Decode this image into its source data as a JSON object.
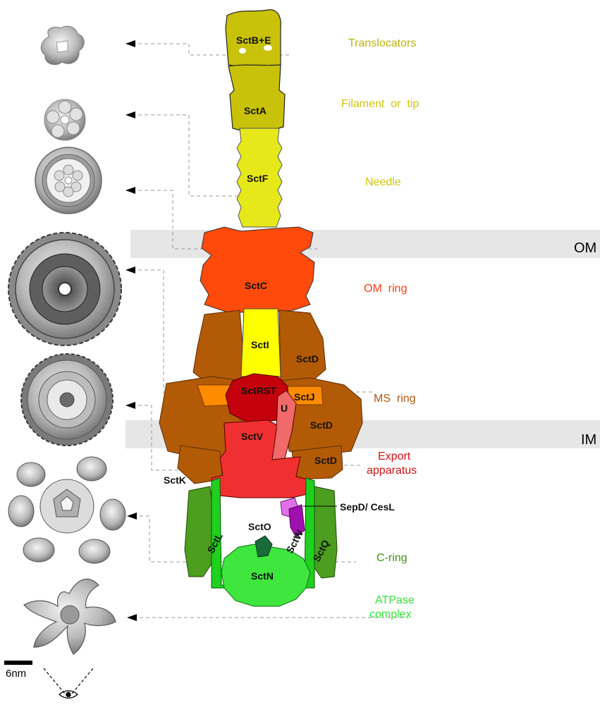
{
  "membranes": {
    "om": "OM",
    "im": "IM"
  },
  "proteins": {
    "sctBE": "SctB+E",
    "sctA": "SctA",
    "sctF": "SctF",
    "sctC": "SctC",
    "sctI": "SctI",
    "sctD_top": "SctD",
    "sctRST": "SctRST",
    "sctJ": "SctJ",
    "u": "U",
    "sctD_mid": "SctD",
    "sctV": "SctV",
    "sctD_low": "SctD",
    "sctK": "SctK",
    "sepD": "SepD/ CesL",
    "sctO": "SctO",
    "sctL": "SctL",
    "sctW": "SctW",
    "sctQ": "SctQ",
    "sctN": "SctN"
  },
  "regions": {
    "translocators": "Translocators",
    "filament": "Filament  or  tip",
    "needle": "Needle",
    "om_ring": "OM  ring",
    "ms_ring": "MS  ring",
    "export_line1": "Export",
    "export_line2": "apparatus",
    "c_ring": "C-ring",
    "atpase_line1": "ATPase",
    "atpase_line2": "complex"
  },
  "scale_bar": "6nm",
  "colors": {
    "translocator": "#c9c20b",
    "tip": "#c9c20b",
    "needle": "#e6e81a",
    "om_ring": "#ff4a0c",
    "inner_rod": "#ffff00",
    "ms_ring": "#b35a07",
    "sctRST": "#c4000c",
    "sctJ": "#ff8c00",
    "export": "#f03030",
    "u": "#f06a6a",
    "c_ring_q": "#4b9e1e",
    "c_ring_l": "#1fd01f",
    "atpase": "#3ee63e",
    "sctO": "#1a6b3a",
    "sepD": "#e070e8",
    "membrane": "#e6e6e6",
    "region_translocators": "#bfb30a",
    "region_filament": "#d2c40f",
    "region_needle": "#cfc510",
    "region_om": "#ff3b12",
    "region_ms": "#a95810",
    "region_export": "#cc1116",
    "region_cring": "#3f8f17",
    "region_atpase": "#33e03a"
  }
}
